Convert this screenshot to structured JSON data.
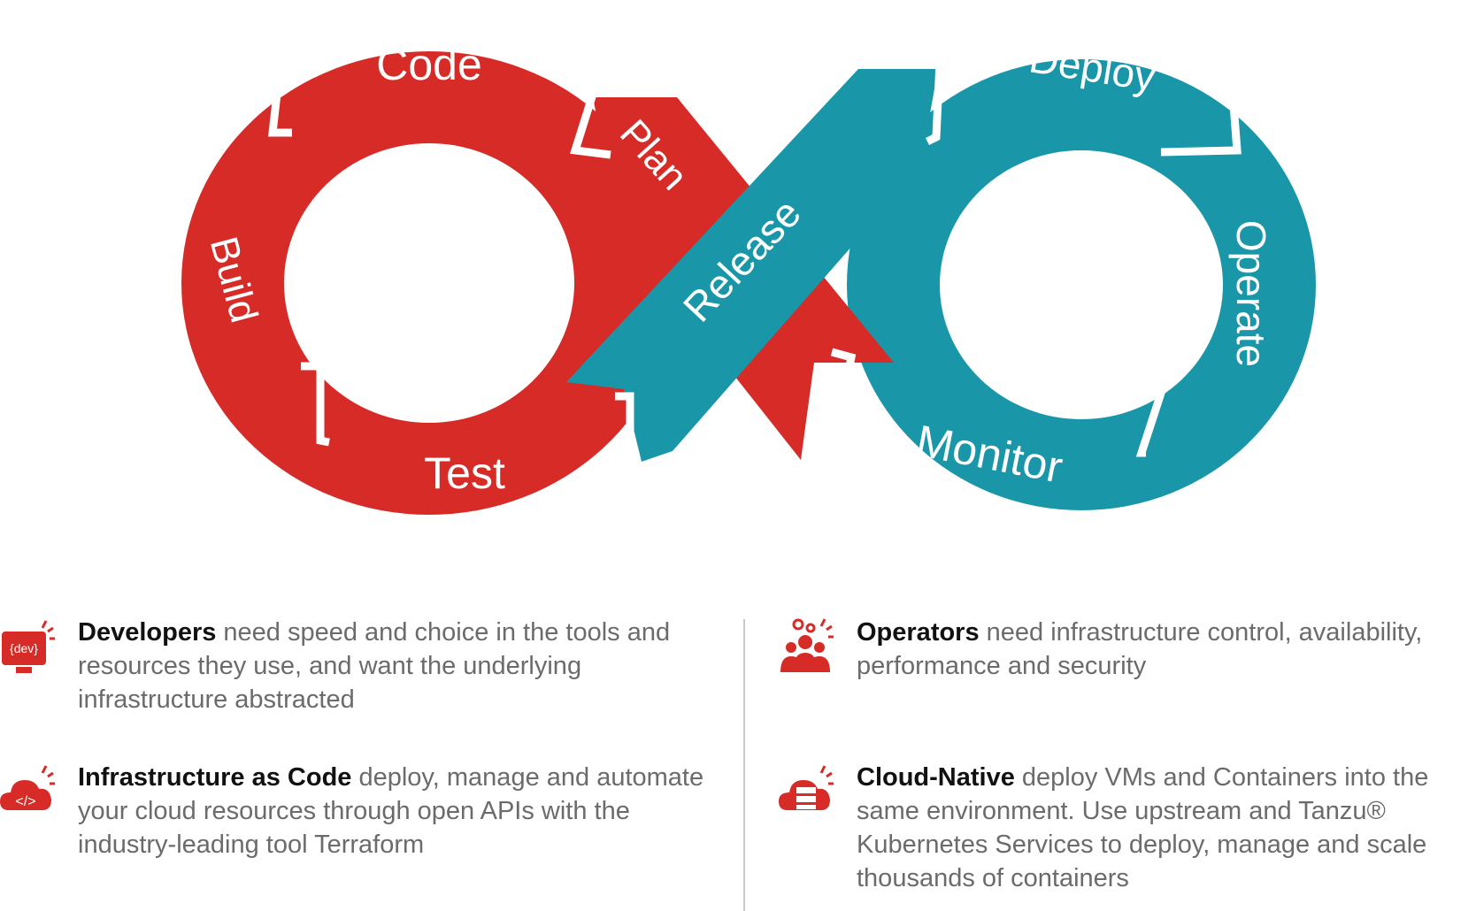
{
  "colors": {
    "dev": "#d62b27",
    "ops": "#1997a8",
    "text": "#6b6b6b",
    "heading": "#111111",
    "divider": "#c9c9c9"
  },
  "stages": {
    "code": "Code",
    "plan": "Plan",
    "build": "Build",
    "test": "Test",
    "release": "Release",
    "deploy": "Deploy",
    "operate": "Operate",
    "monitor": "Monitor"
  },
  "features": {
    "developers": {
      "icon": "dev-monitor-icon",
      "title": "Developers",
      "body": " need speed and choice in the tools and resources they use, and want the underlying infrastructure abstracted"
    },
    "operators": {
      "icon": "operators-team-icon",
      "title": "Operators",
      "body": " need infrastructure control, availability, performance and security"
    },
    "iac": {
      "icon": "code-cloud-icon",
      "title": "Infrastructure as Code",
      "body": " deploy, manage and automate your cloud resources through open APIs with the industry-leading tool Terraform"
    },
    "cloud_native": {
      "icon": "server-cloud-icon",
      "title": "Cloud-Native",
      "body": " deploy VMs and Containers into the same environment. Use upstream and Tanzu® Kubernetes Services to deploy, manage and scale thousands of containers"
    }
  }
}
